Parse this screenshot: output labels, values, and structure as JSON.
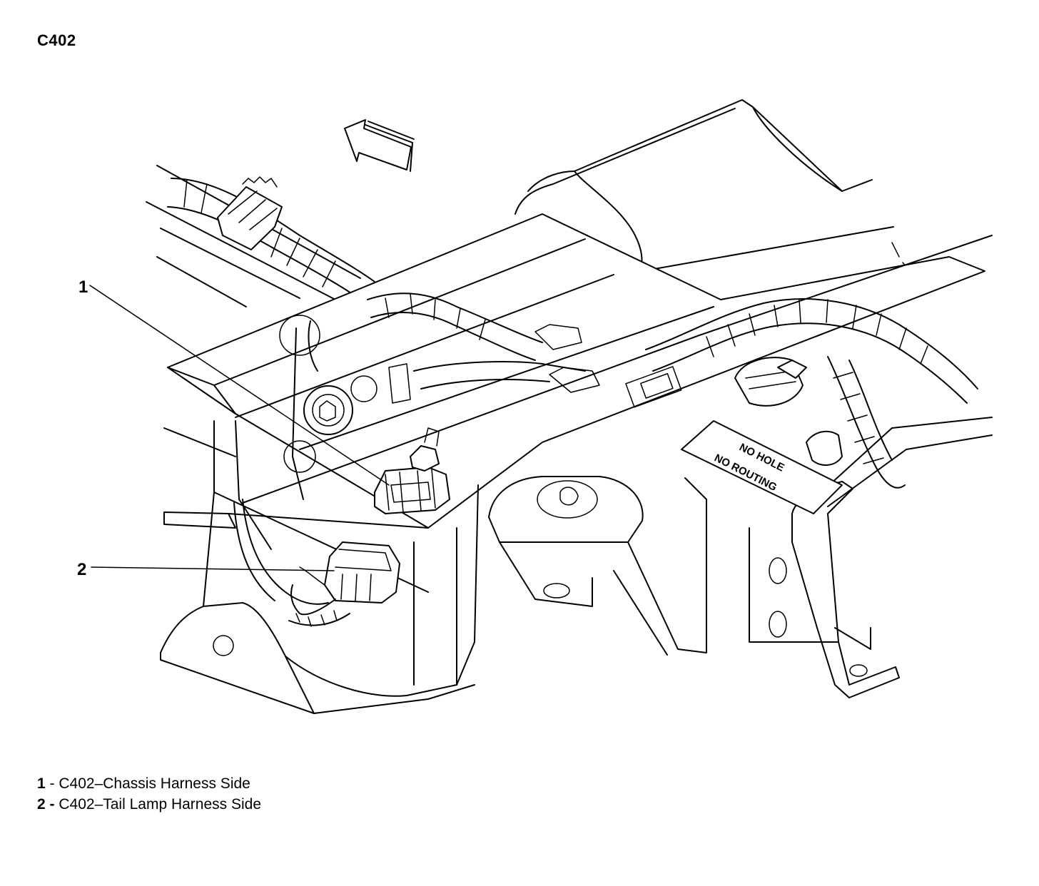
{
  "title": "C402",
  "callouts": [
    {
      "number": "1"
    },
    {
      "number": "2"
    }
  ],
  "stamp": {
    "line1": "NO HOLE",
    "line2": "NO ROUTING"
  },
  "legend": [
    {
      "number": "1",
      "separator": "-",
      "text": "C402–Chassis Harness Side"
    },
    {
      "number": "2",
      "separator": "-",
      "text": "C402–Tail Lamp Harness Side"
    }
  ]
}
